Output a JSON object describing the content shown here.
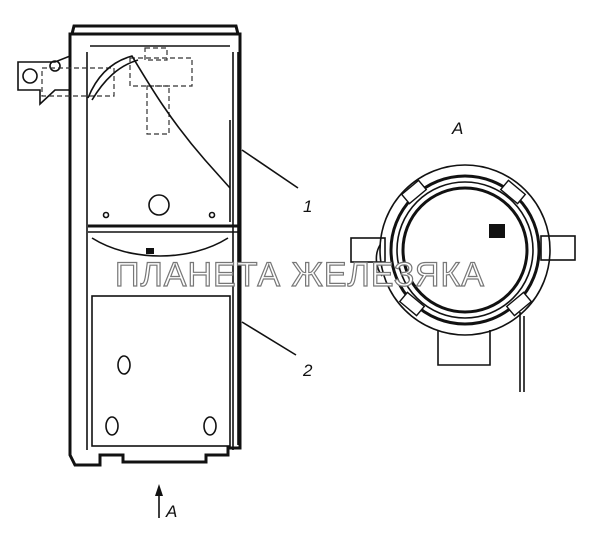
{
  "labels": {
    "view_title": "A",
    "callout_1": "1",
    "callout_2": "2",
    "arrow_label": "A"
  },
  "watermark": "ПЛАНЕТА ЖЕЛЕЗЯКА",
  "colors": {
    "line": "#111111",
    "watermark_outline": "#777777",
    "background": "#ffffff"
  }
}
